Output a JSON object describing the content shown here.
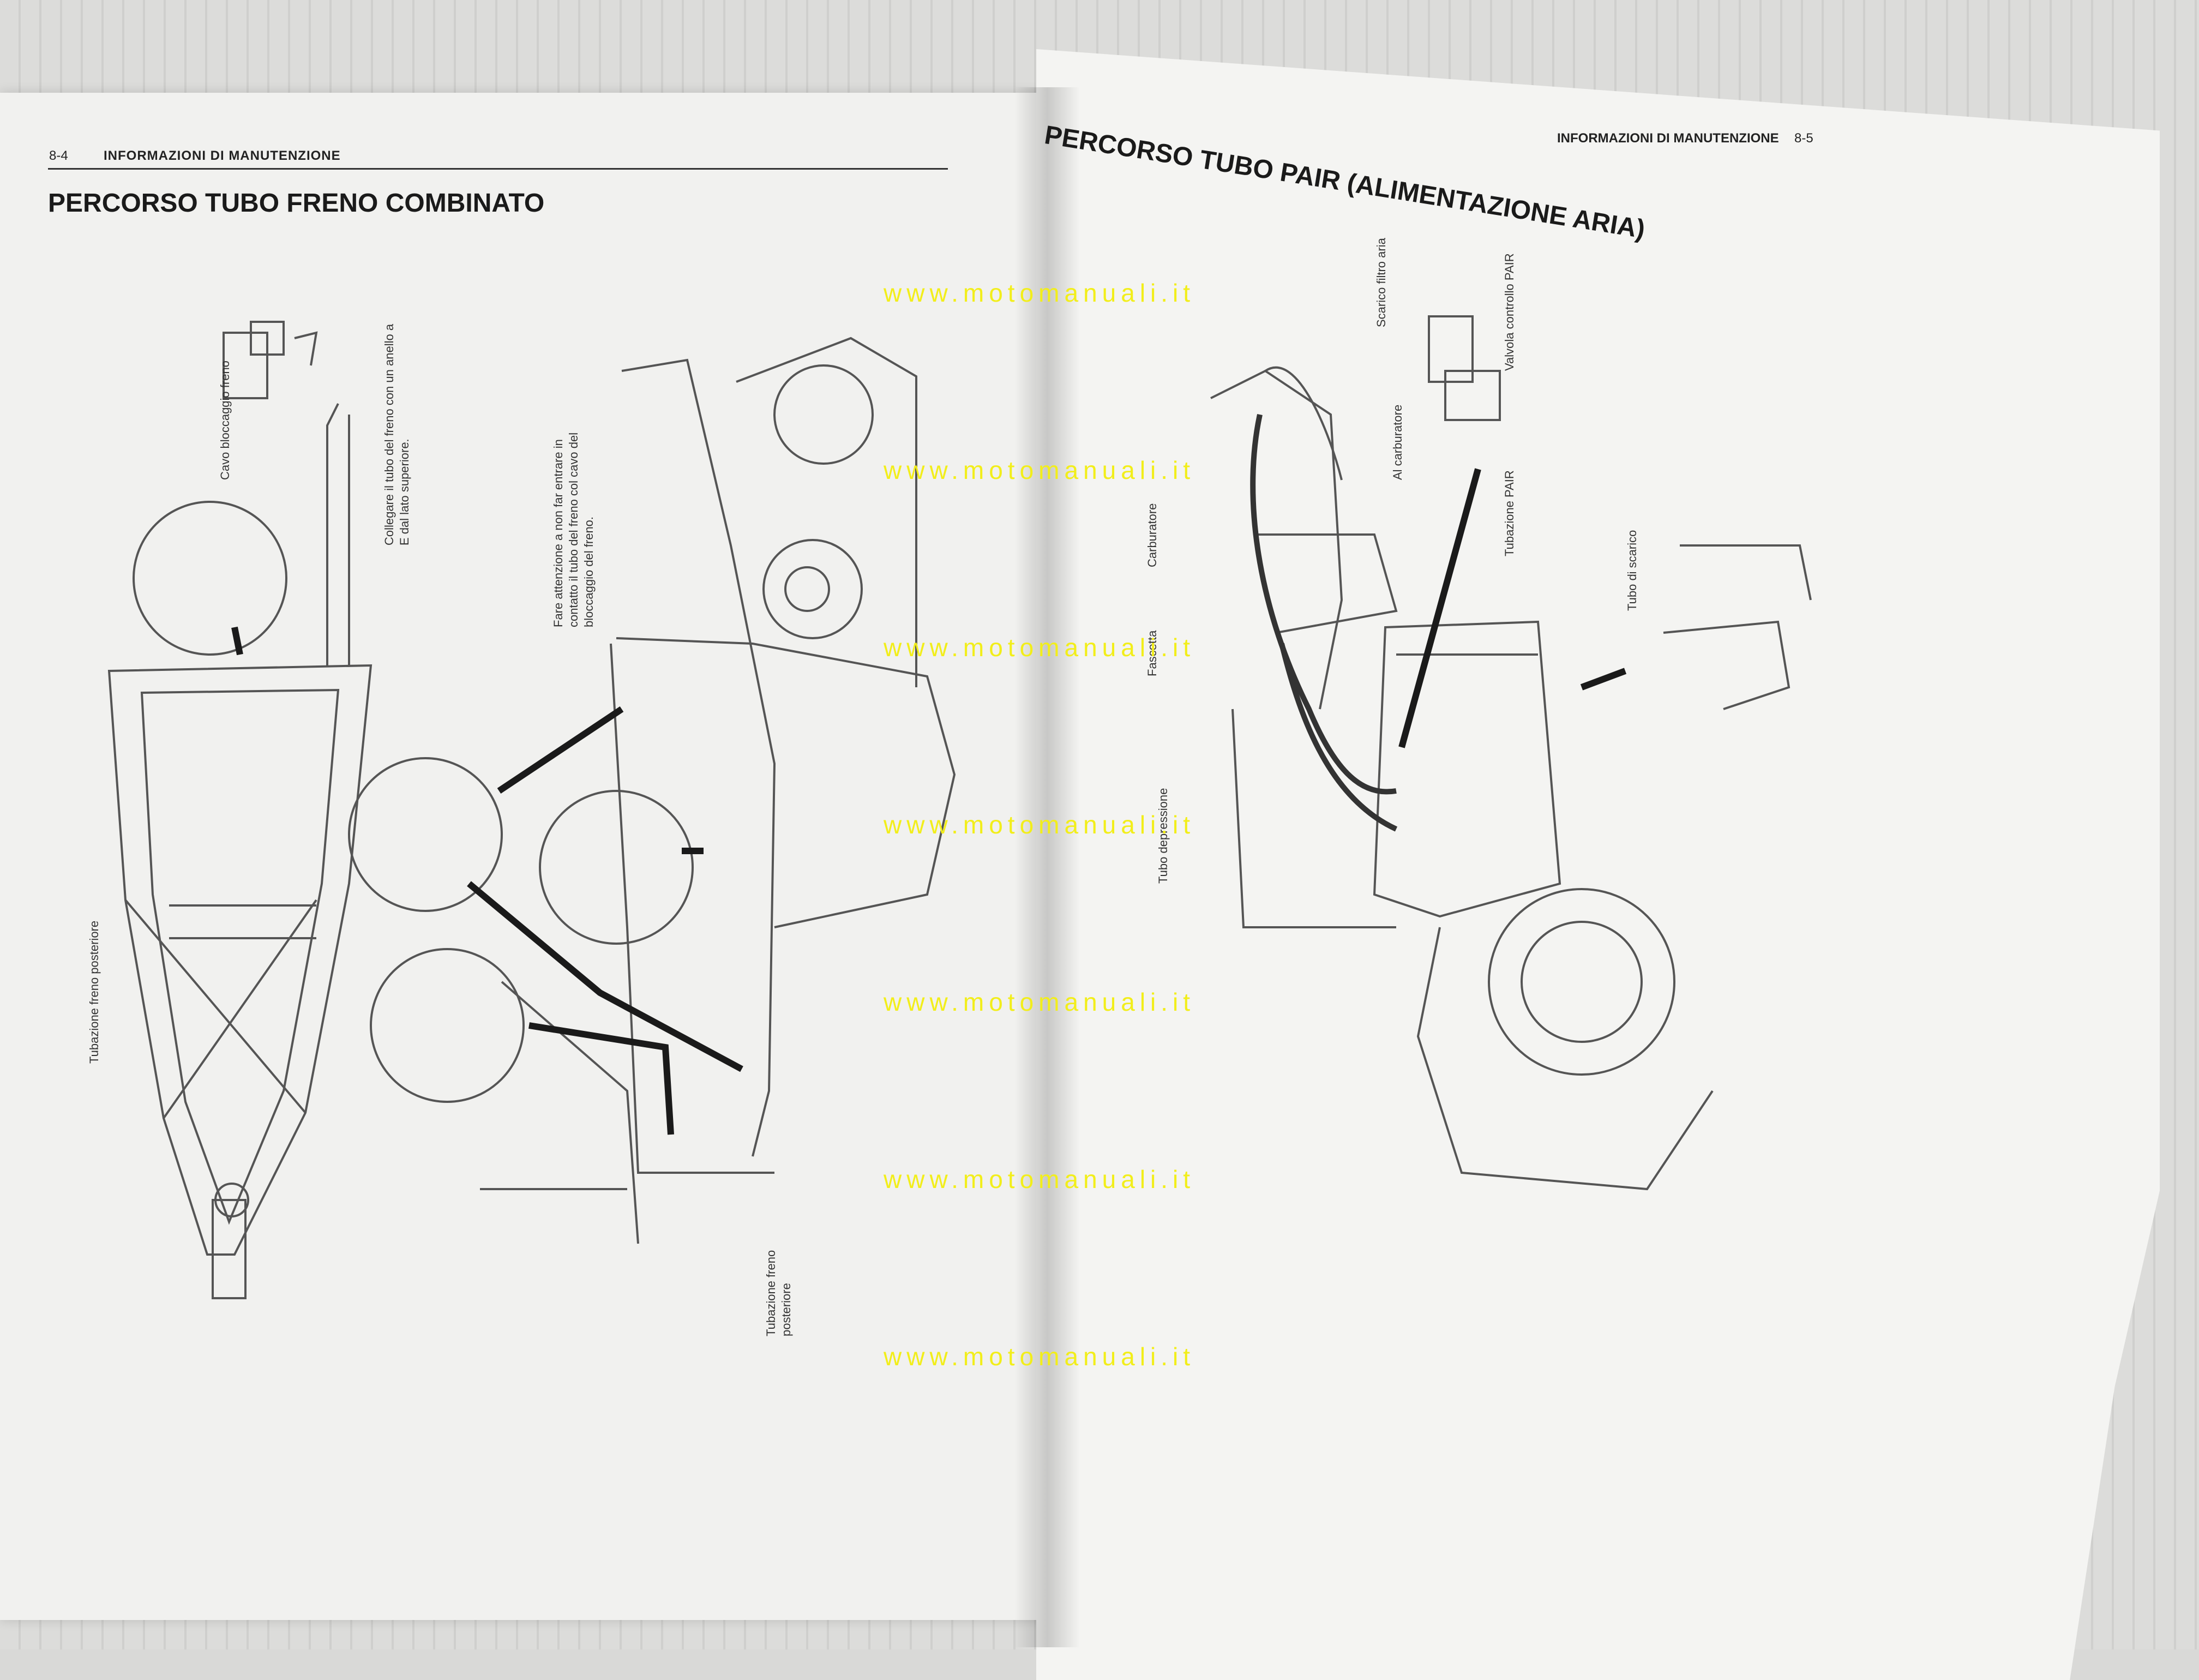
{
  "left_page": {
    "page_number": "8-4",
    "header": "INFORMAZIONI DI MANUTENZIONE",
    "title": "PERCORSO TUBO FRENO COMBINATO",
    "labels": {
      "brake_lock_cable": "Cavo bloccaggio freno",
      "connect_hose": "Collegare il tubo del freno con un anello a E dal lato superiore.",
      "caution": "Fare attenzione a non far entrare in contatto il tubo del freno col cavo del bloccaggio del freno.",
      "rear_brake_pipe_left": "Tubazione freno posteriore",
      "rear_brake_pipe_bottom": "Tubazione freno posteriore"
    }
  },
  "right_page": {
    "page_number": "8-5",
    "header": "INFORMAZIONI DI MANUTENZIONE",
    "title": "PERCORSO TUBO PAIR (ALIMENTAZIONE ARIA)",
    "labels": {
      "air_filter_drain": "Scarico filtro aria",
      "pair_valve": "Valvola controllo PAIR",
      "to_carburetor": "Al carburatore",
      "pair_pipe": "Tubazione PAIR",
      "exhaust_pipe": "Tubo di scarico",
      "carburetor": "Carburatore",
      "clamp": "Fascetta",
      "vacuum_pipe": "Tubo depressione"
    }
  },
  "watermarks": [
    "www.motomanuali.it",
    "www.motomanuali.it",
    "www.motomanuali.it",
    "www.motomanuali.it",
    "www.motomanuali.it",
    "www.motomanuali.it",
    "www.motomanuali.it"
  ]
}
